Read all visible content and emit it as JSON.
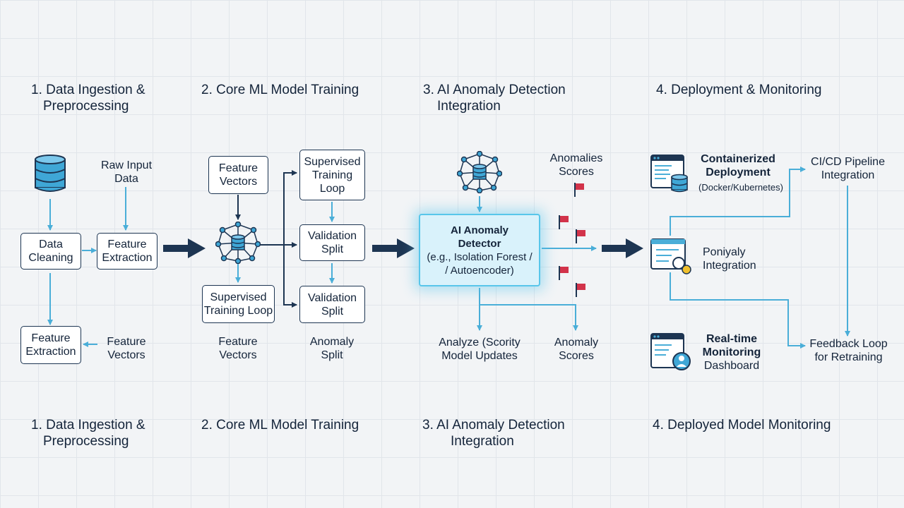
{
  "headers_top": {
    "s1": [
      "1. Data Ingestion &",
      "Preprocessing"
    ],
    "s2": "2. Core ML Model Training",
    "s3": [
      "3. AI Anomaly Detection",
      "Integration"
    ],
    "s4": "4. Deployment & Monitoring"
  },
  "headers_bottom": {
    "s1": [
      "1. Data Ingestion &",
      "Preprocessing"
    ],
    "s2": "2. Core ML Model Training",
    "s3": [
      "3. AI Anomaly Detection",
      "Integration"
    ],
    "s4": "4. Deployed Model Monitoring"
  },
  "stage1": {
    "raw_input": [
      "Raw Input",
      "Data"
    ],
    "data_cleaning": [
      "Data",
      "Cleaning"
    ],
    "feature_extraction_a": [
      "Feature",
      "Extraction"
    ],
    "feature_extraction_b": [
      "Feature",
      "Extraction"
    ],
    "feature_vectors": [
      "Feature",
      "Vectors"
    ]
  },
  "stage2": {
    "feature_vectors_box": [
      "Feature",
      "Vectors"
    ],
    "supervised_loop_top": [
      "Supervised",
      "Training",
      "Loop"
    ],
    "validation_split_1": [
      "Validation",
      "Split"
    ],
    "validation_split_2": [
      "Validation",
      "Split"
    ],
    "supervised_loop_bottom": [
      "Supervised",
      "Training Loop"
    ],
    "feature_vectors_label": [
      "Feature",
      "Vectors"
    ],
    "anomaly_split": [
      "Anomaly",
      "Split"
    ]
  },
  "stage3": {
    "detector_title": [
      "AI Anomaly",
      "Detector"
    ],
    "detector_sub": [
      "(e.g., Isolation Forest /",
      "/ Autoencoder)"
    ],
    "anomalies_scores_top": [
      "Anomalies",
      "Scores"
    ],
    "analyze": [
      "Analyze (Scority",
      "Model Updates"
    ],
    "anomaly_scores_bottom": [
      "Anomaly",
      "Scores"
    ]
  },
  "stage4": {
    "containerized": [
      "Containerized",
      "Deployment"
    ],
    "containerized_sub": "(Docker/Kubernetes)",
    "cicd": [
      "CI/CD Pipeline",
      "Integration"
    ],
    "poniyaly": [
      "Poniyaly",
      "Integration"
    ],
    "realtime": [
      "Real-time",
      "Monitoring"
    ],
    "realtime_sub": "Dashboard",
    "feedback": [
      "Feedback Loop",
      "for Retraining"
    ]
  },
  "colors": {
    "navy": "#1d3552",
    "accent": "#4aaed8",
    "flag": "#d2334a",
    "glow": "#58c6ea"
  }
}
